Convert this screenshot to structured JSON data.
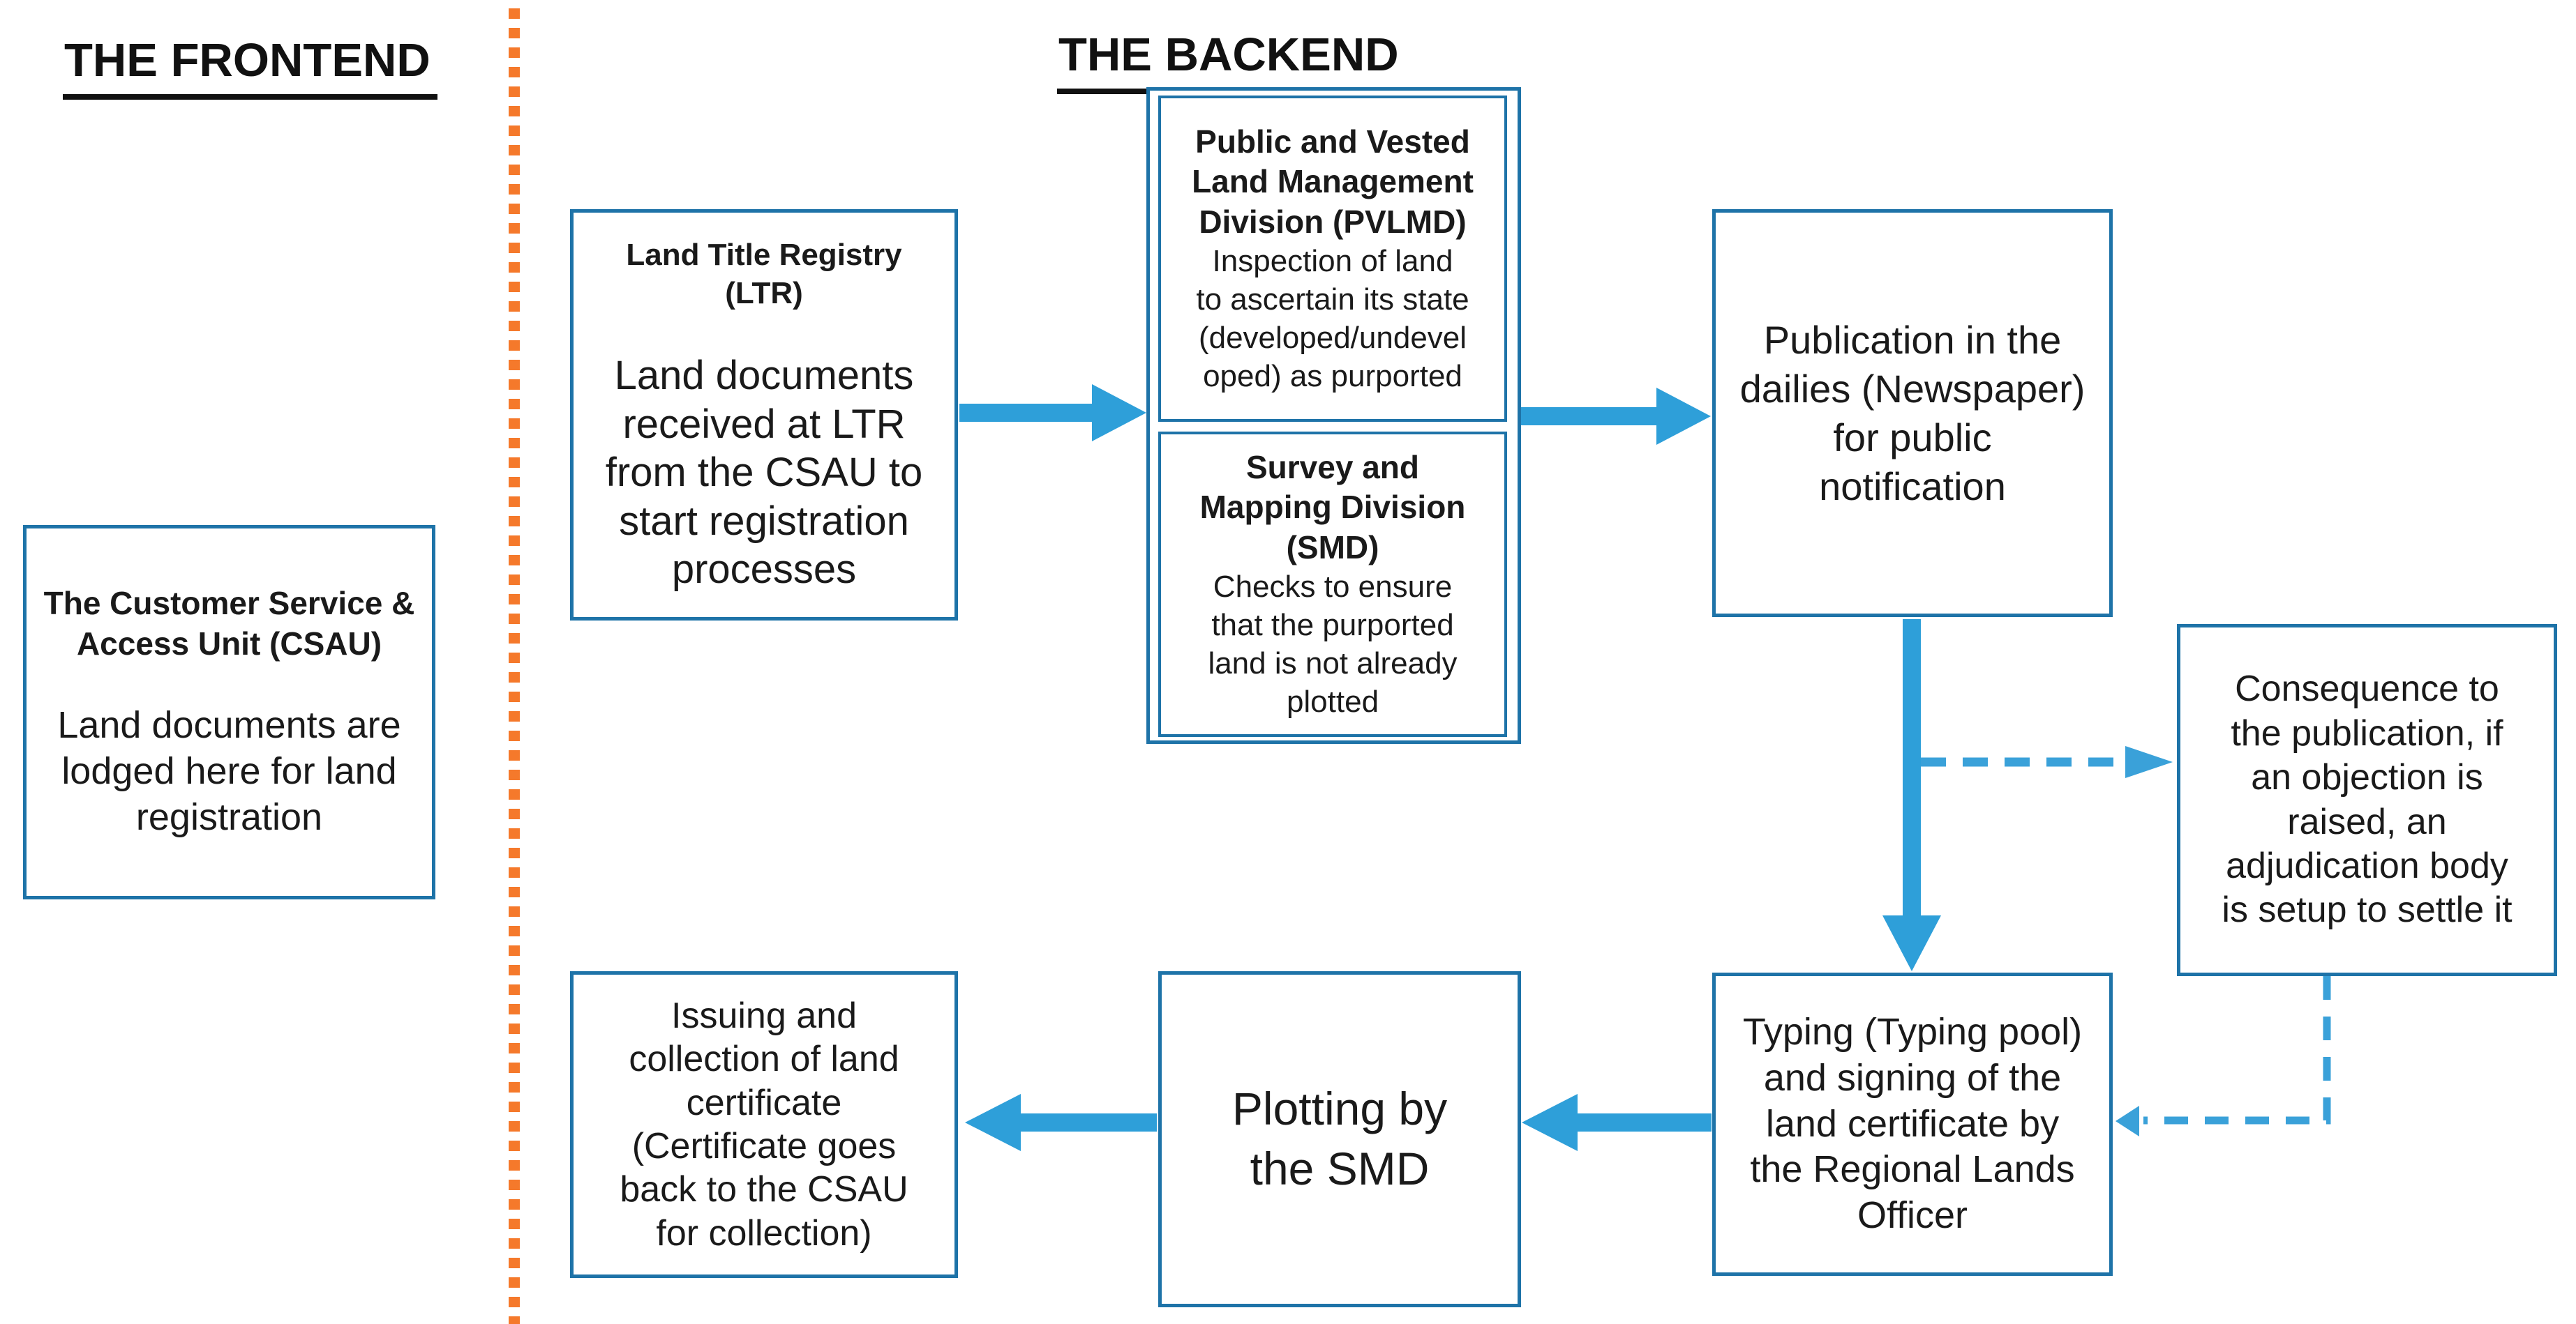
{
  "headings": {
    "frontend": "THE FRONTEND",
    "backend": "THE BACKEND"
  },
  "boxes": {
    "csau": {
      "title": "The Customer Service &\nAccess Unit (CSAU)",
      "body": "Land documents are\nlodged here for land\nregistration"
    },
    "ltr": {
      "title": "Land Title Registry\n(LTR)",
      "body": "Land documents\nreceived at LTR\nfrom the CSAU to\nstart registration\nprocesses"
    },
    "pvlmd": {
      "title": "Public and Vested\nLand Management\nDivision (PVLMD)",
      "body": "Inspection of land\nto ascertain its state\n(developed/undevel\noped) as purported"
    },
    "smd": {
      "title": "Survey and\nMapping Division\n(SMD)",
      "body": "Checks to ensure\nthat the purported\nland is not already\nplotted"
    },
    "publication": {
      "body": "Publication in the\ndailies (Newspaper)\nfor public\nnotification"
    },
    "consequence": {
      "body": "Consequence to\nthe publication, if\nan objection is\nraised, an\nadjudication body\nis setup to settle it"
    },
    "typing": {
      "body": "Typing (Typing pool)\nand signing of the\nland certificate by\nthe Regional Lands\nOfficer"
    },
    "plotting": {
      "body": "Plotting by\nthe SMD"
    },
    "issuing": {
      "body": "Issuing and\ncollection of land\ncertificate\n(Certificate goes\nback to the CSAU\nfor collection)"
    }
  },
  "edges": [
    {
      "from": "ltr",
      "to": "pvlmd-smd-group",
      "style": "solid"
    },
    {
      "from": "pvlmd-smd-group",
      "to": "publication",
      "style": "solid"
    },
    {
      "from": "publication",
      "to": "typing",
      "style": "solid"
    },
    {
      "from": "publication-typing-connector",
      "to": "consequence",
      "style": "dashed"
    },
    {
      "from": "consequence",
      "to": "typing",
      "style": "dashed"
    },
    {
      "from": "typing",
      "to": "plotting",
      "style": "solid"
    },
    {
      "from": "plotting",
      "to": "issuing",
      "style": "solid"
    }
  ],
  "colors": {
    "box_border": "#1E73A8",
    "arrow": "#2E9FD9",
    "dashed_arrow": "#3AA1D9",
    "divider": "#F5792B",
    "heading_text": "#111111",
    "body_text": "#1A1A1A"
  }
}
